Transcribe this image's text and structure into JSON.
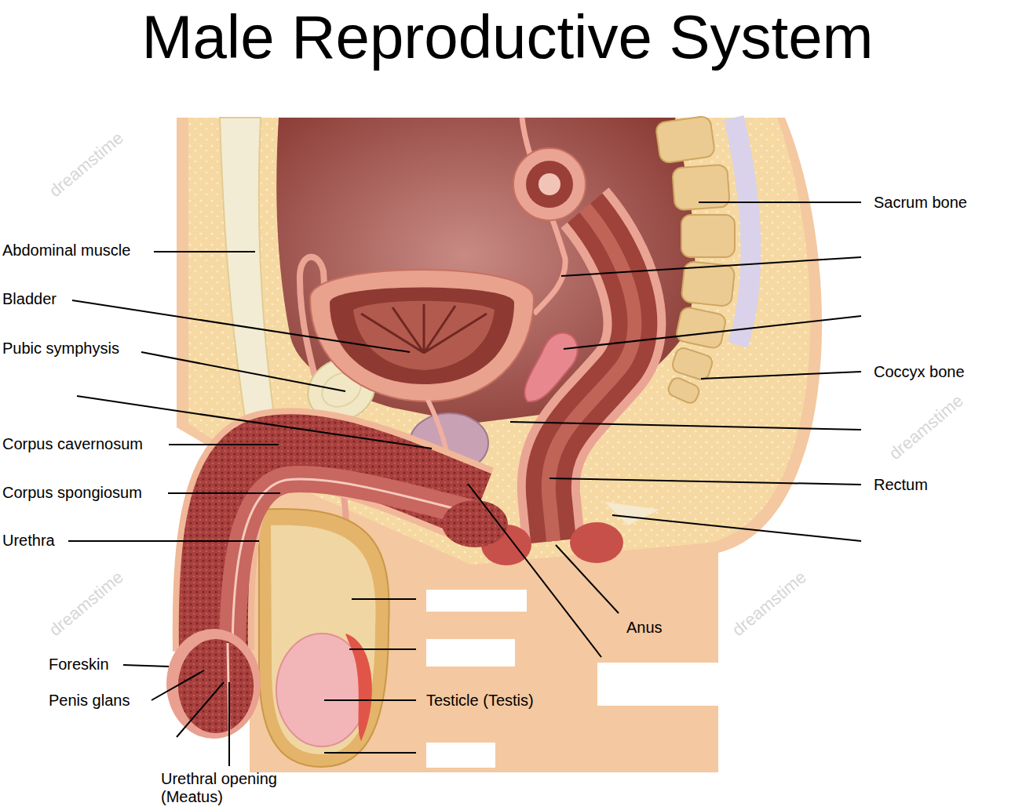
{
  "diagram": {
    "title": "Male Reproductive System",
    "labels": [
      "Sacrum bone",
      "Abdominal muscle",
      "Bladder",
      "Pubic symphysis",
      "Coccyx bone",
      "Corpus cavernosum",
      "Corpus spongiosum",
      "Rectum",
      "Urethra",
      "Anus",
      "Foreskin",
      "Penis glans",
      "Testicle (Testis)",
      "Urethral opening (Meatus)",
      "dreamstime",
      "dreamstime",
      "dreamstime",
      "dreamstime"
    ]
  }
}
